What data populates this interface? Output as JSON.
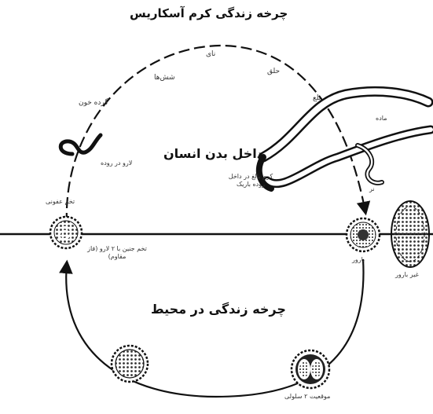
{
  "title": "چرخه زندگی کرم آسکاریس",
  "upper_cycle": {
    "heading": "داخل بدن انسان",
    "stages": [
      "گرده خون",
      "شش‌ها",
      "حلق",
      "نای",
      "بلع"
    ],
    "labels": {
      "larva_in_intestine": "لارو در روده",
      "female": "ماده",
      "male": "نر",
      "adult_worm": "کرم بالغ در داخل روده باریک"
    }
  },
  "lower_cycle": {
    "heading": "چرخه زندگی در محیط",
    "labels": {
      "infective_egg": "تخم عفونی",
      "embryonated_note": "تخم جنین با ۲ لارو (فاز مقاوم)",
      "fertilized_egg": "بارور",
      "unfertilized_egg": "غیر بارور",
      "two_cell": "موقعیت ۲ سلولی"
    }
  }
}
